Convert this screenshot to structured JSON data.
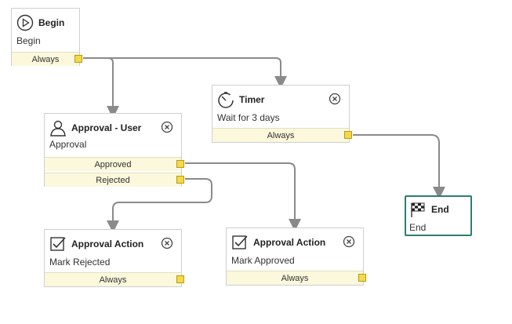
{
  "nodes": {
    "begin": {
      "title": "Begin",
      "subtitle": "Begin",
      "ports": [
        "Always"
      ]
    },
    "approval_user": {
      "title": "Approval - User",
      "subtitle": "Approval",
      "ports": [
        "Approved",
        "Rejected"
      ]
    },
    "timer": {
      "title": "Timer",
      "subtitle": "Wait for 3 days",
      "ports": [
        "Always"
      ]
    },
    "end": {
      "title": "End",
      "subtitle": "End"
    },
    "approval_action_rejected": {
      "title": "Approval Action",
      "subtitle": "Mark Rejected",
      "ports": [
        "Always"
      ]
    },
    "approval_action_approved": {
      "title": "Approval Action",
      "subtitle": "Mark Approved",
      "ports": [
        "Always"
      ]
    }
  },
  "icons": {
    "begin": "play-circle-icon",
    "approval_user": "user-icon",
    "timer": "timer-icon",
    "end": "checkered-flag-icon",
    "approval_action": "checkbox-check-icon",
    "remove": "close-circle-icon"
  },
  "colors": {
    "connector": "#8a8a8a",
    "port_fill": "#f5d94a",
    "port_row": "#fbf8dc",
    "end_border": "#2f7d6e"
  }
}
